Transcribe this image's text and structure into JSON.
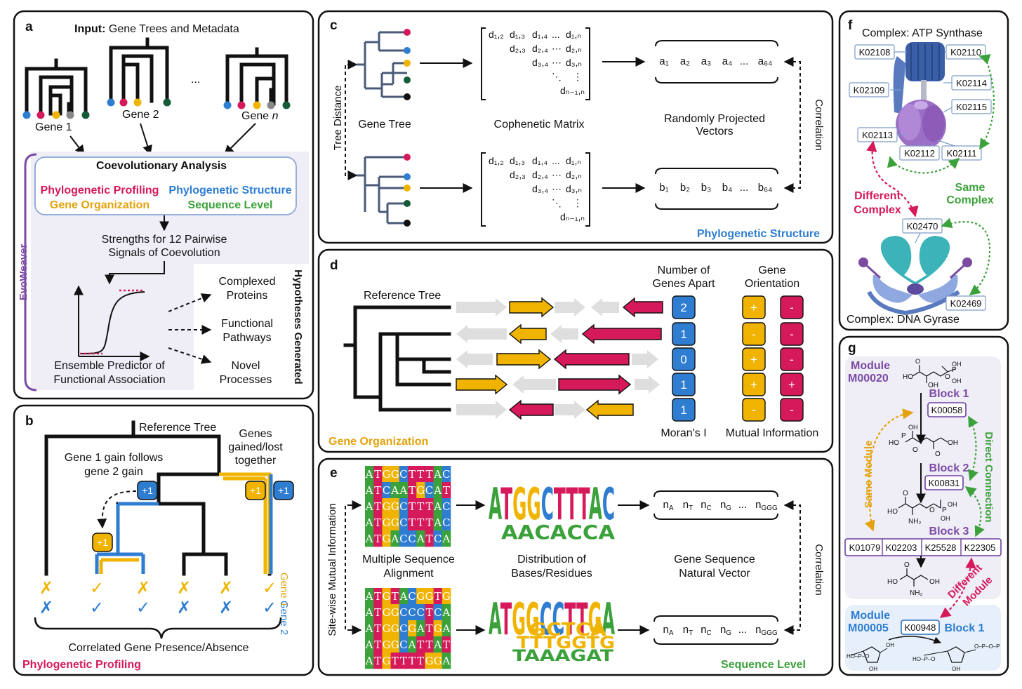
{
  "colors": {
    "profiling": "#d6195a",
    "structure": "#2e7dd1",
    "organization": "#f0b400",
    "sequence": "#3ba13b",
    "evoweaver": "#7b4aa5",
    "kegg_module": "#7b4aa5",
    "arrow_gray": "#dedede"
  },
  "a": {
    "letter": "a",
    "input_bold": "Input:",
    "input_rest": " Gene Trees and Metadata",
    "gene1": "Gene 1",
    "gene2": "Gene 2",
    "gene_n_prefix": "Gene ",
    "gene_n_italic": "n",
    "ellipsis": "...",
    "coevo_title": "Coevolutionary Analysis",
    "pp": "Phylogenetic Profiling",
    "ps": "Phylogenetic Structure",
    "go": "Gene Organization",
    "sl": "Sequence Level",
    "strengths_1": "Strengths for 12 Pairwise",
    "strengths_2": "Signals of Coevolution",
    "evoweaver": "EvoWeaver",
    "ensemble_1": "Ensemble Predictor of",
    "ensemble_2": "Functional Association",
    "complexed_1": "Complexed",
    "complexed_2": "Proteins",
    "functional_1": "Functional",
    "functional_2": "Pathways",
    "novel_1": "Novel",
    "novel_2": "Processes",
    "hypotheses": "Hypotheses Generated"
  },
  "b": {
    "letter": "b",
    "reference_tree": "Reference Tree",
    "gained_1": "Genes",
    "gained_2": "gained/lost",
    "gained_3": "together",
    "follows_1": "Gene 1 gain follows",
    "follows_2": "gene 2 gain",
    "plus1": "+1",
    "gene1": "Gene 1",
    "gene2": "Gene 2",
    "correlated": "Correlated Gene Presence/Absence",
    "title": "Phylogenetic Profiling",
    "check": "✓",
    "cross": "✗",
    "gene1_marks": [
      "x",
      "check",
      "x",
      "x",
      "x",
      "check"
    ],
    "gene2_marks": [
      "x",
      "check",
      "check",
      "x",
      "x",
      "check"
    ]
  },
  "c": {
    "letter": "c",
    "tree_distance": "Tree Distance",
    "gene_tree": "Gene Tree",
    "cophenetic": "Cophenetic Matrix",
    "random_1": "Randomly Projected",
    "random_2": "Vectors",
    "correlation": "Correlation",
    "title": "Phylogenetic Structure",
    "vec_a": [
      "a₁",
      "a₂",
      "a₃",
      "a₄",
      "...",
      "a₆₄"
    ],
    "vec_b": [
      "b₁",
      "b₂",
      "b₃",
      "b₄",
      "...",
      "b₆₄"
    ],
    "matrix_rows": [
      [
        "d₁,₂",
        "d₁,₃",
        "d₁,₄",
        "...",
        "d₁,ₙ"
      ],
      [
        "d₂,₃",
        "d₂,₄",
        "⋯",
        "d₂,ₙ"
      ],
      [
        "d₃,₄",
        "⋯",
        "d₃,ₙ"
      ],
      [
        "⋱",
        "⋮"
      ],
      [
        "dₙ₋₁,ₙ"
      ]
    ]
  },
  "d": {
    "letter": "d",
    "reference_tree": "Reference Tree",
    "genes_apart_1": "Number of",
    "genes_apart_2": "Genes Apart",
    "orientation_1": "Gene",
    "orientation_2": "Orientation",
    "morans": "Moran's I",
    "mutual": "Mutual Information",
    "title": "Gene Organization",
    "apart_values": [
      "2",
      "1",
      "0",
      "1",
      "1"
    ],
    "orient_yellow": [
      "+",
      "-",
      "+",
      "+",
      "-"
    ],
    "orient_red": [
      "-",
      "-",
      "-",
      "+",
      "-"
    ]
  },
  "e": {
    "letter": "e",
    "site_mi": "Site-wise Mutual Information",
    "msa_1": "Multiple Sequence",
    "msa_2": "Alignment",
    "dist_1": "Distribution of",
    "dist_2": "Bases/Residues",
    "natvec_1": "Gene Sequence",
    "natvec_2": "Natural Vector",
    "correlation": "Correlation",
    "title": "Sequence Level",
    "msa_top": [
      "ATGGCTTTAC",
      "ATCAATGCAT",
      "ATGGCTTTAC",
      "ATGGCTTTAC",
      "ATGACCATCA"
    ],
    "msa_bottom": [
      "ATGTACGGTG",
      "ATGGCCCTCA",
      "ATGGCGATGA",
      "ATGGCATTAT",
      "ATGTTTTGGA"
    ],
    "logo_top_1": "ATGGCTTTAC",
    "logo_top_2": "AACACCA",
    "logo_bottom_1": "ATGGCCTTGA",
    "logo_bottom_2": "GCTCA",
    "logo_bottom_3": "TTTGGTG",
    "logo_bottom_4": "TAAAGAT",
    "natvec": [
      "nA",
      "nT",
      "nC",
      "nG",
      "...",
      "nGGG"
    ]
  },
  "f": {
    "letter": "f",
    "atp": "Complex: ATP Synthase",
    "gyrase": "Complex: DNA Gyrase",
    "different_1": "Different",
    "different_2": "Complex",
    "same_1": "Same",
    "same_2": "Complex",
    "kos": [
      "K02108",
      "K02110",
      "K02109",
      "K02114",
      "K02115",
      "K02113",
      "K02112",
      "K02111",
      "K02470",
      "K02469"
    ]
  },
  "g": {
    "letter": "g",
    "module1_1": "Module",
    "module1_2": "M00020",
    "module2_1": "Module",
    "module2_2": "M00005",
    "block1": "Block 1",
    "block2": "Block 2",
    "block3": "Block 3",
    "block1b": "Block 1",
    "same_module": "Same Module",
    "direct": "Direct Connection",
    "different_1": "Different",
    "different_2": "Module",
    "k1": "K00058",
    "k2": "K00831",
    "k3": [
      "K01079",
      "K02203",
      "K25528",
      "K22305"
    ],
    "k4": "K00948",
    "chem_ho": "HO",
    "chem_oh": "OH",
    "chem_nh2": "NH₂",
    "chem_p": "P",
    "chem_o": "O"
  }
}
